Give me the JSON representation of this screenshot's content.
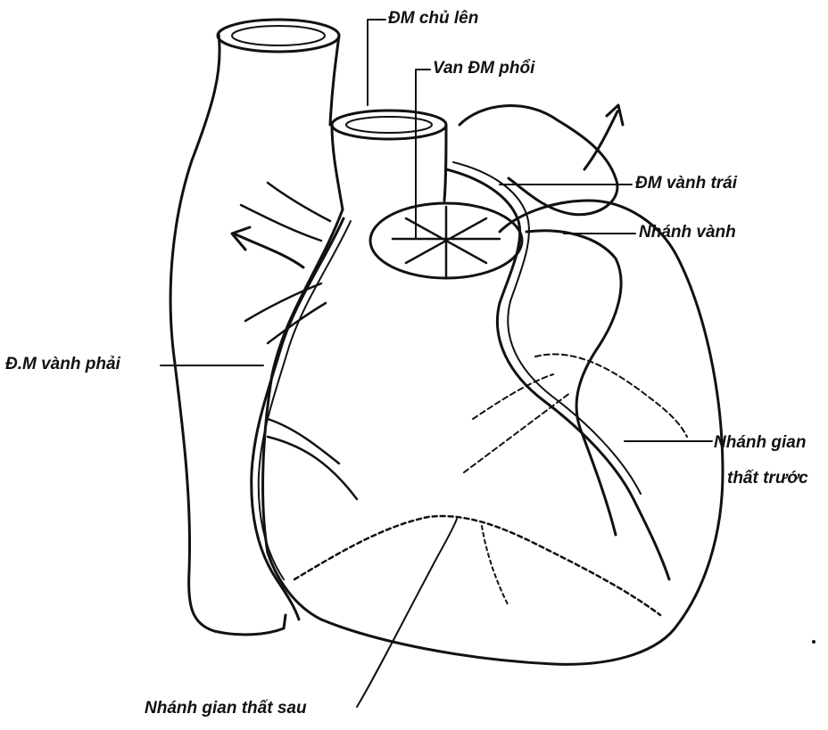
{
  "labels": {
    "ascending_aorta": "ĐM chủ lên",
    "pulmonary_valve": "Van ĐM phổi",
    "left_coronary": "ĐM vành trái",
    "marginal_branch": "Nhánh vành",
    "right_coronary": "Đ.M vành phải",
    "anterior_interventricular_line1": "Nhánh gian",
    "anterior_interventricular_line2": "thất trước",
    "posterior_interventricular": "Nhánh gian thất sau"
  }
}
